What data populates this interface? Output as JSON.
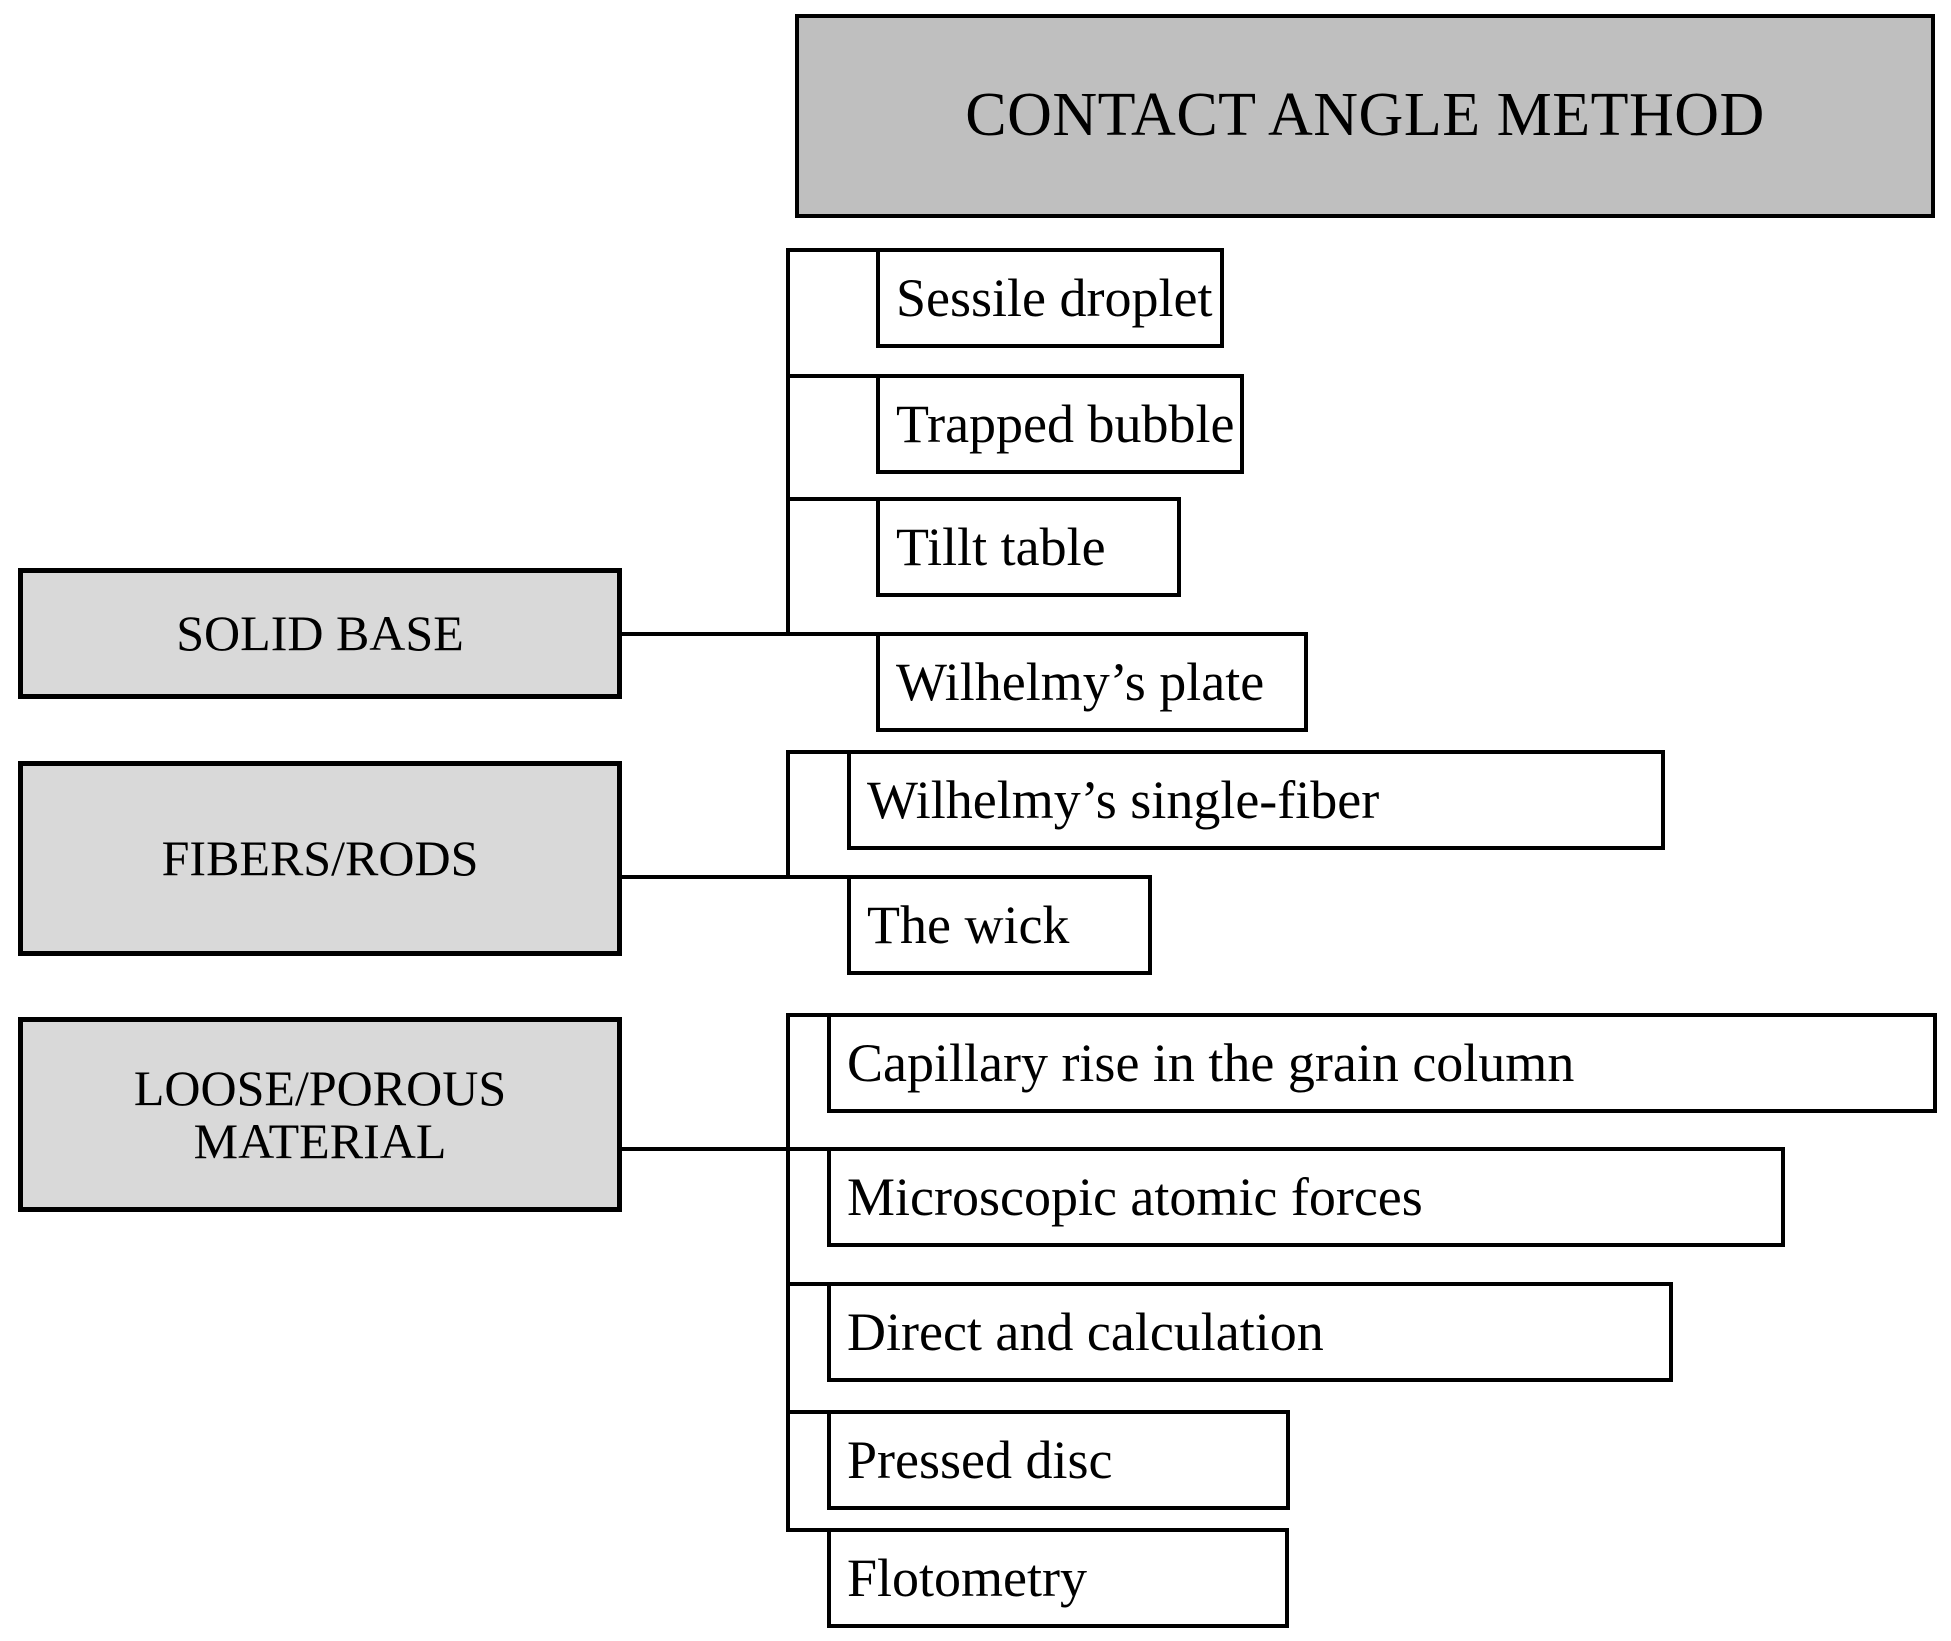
{
  "diagram": {
    "title": "CONTACT ANGLE METHOD",
    "header": {
      "label": "CONTACT ANGLE METHOD",
      "fill_color": "#BFBFBF",
      "border_color": "#000000"
    },
    "category_fill_color": "#D9D9D9",
    "leaf_fill_color": "#FFFFFF",
    "line_color": "#000000",
    "background_color": "#FFFFFF",
    "categories": [
      {
        "id": "solid-base",
        "label": "SOLID BASE",
        "methods": [
          {
            "id": "sessile-droplet",
            "label": "Sessile droplet"
          },
          {
            "id": "trapped-bubble",
            "label": "Trapped bubble"
          },
          {
            "id": "tillt-table",
            "label": "Tillt table"
          },
          {
            "id": "wilhelmys-plate",
            "label": "Wilhelmy’s plate"
          }
        ]
      },
      {
        "id": "fibers-rods",
        "label": "FIBERS/RODS",
        "methods": [
          {
            "id": "wilhelmys-single-fiber",
            "label": "Wilhelmy’s single-fiber"
          },
          {
            "id": "the-wick",
            "label": "The wick"
          }
        ]
      },
      {
        "id": "loose-porous-material",
        "label_line1": "LOOSE/POROUS",
        "label_line2": "MATERIAL",
        "label": "LOOSE/POROUS MATERIAL",
        "methods": [
          {
            "id": "capillary-rise-grain-column",
            "label": "Capillary rise in the grain column"
          },
          {
            "id": "microscopic-atomic-forces",
            "label": "Microscopic atomic forces"
          },
          {
            "id": "direct-and-calculation",
            "label": "Direct and calculation"
          },
          {
            "id": "pressed-disc",
            "label": "Pressed disc"
          },
          {
            "id": "flotometry",
            "label": "Flotometry"
          }
        ]
      }
    ]
  }
}
